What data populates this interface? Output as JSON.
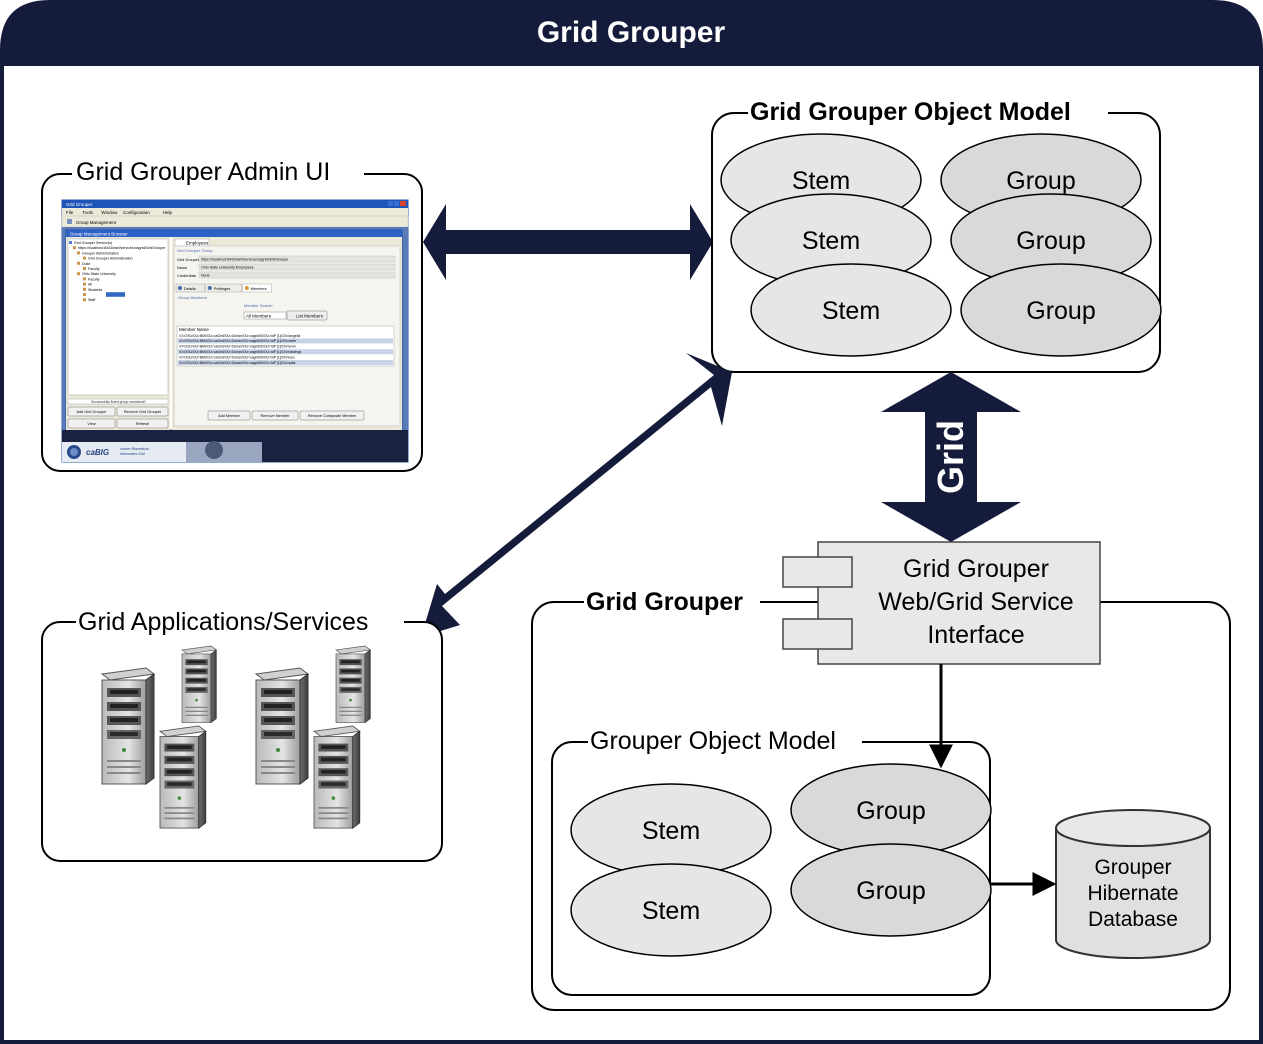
{
  "title": "Grid Grouper",
  "admin_ui": {
    "label": "Grid Grouper Admin UI",
    "screenshot": {
      "window_title": "Grid Grouper",
      "menu": [
        "File",
        "Tools",
        "Window",
        "Configuration",
        "Help"
      ],
      "toolbar_item": "Group Management",
      "inner_title": "Group Management Browser",
      "tree": [
        "Grid Grouper Service(s)",
        "https://localhost:8443/wsrf/services/cagrid/GridGrouper",
        "Grouper Administration",
        "Grid Grouper Administration",
        "Duke",
        "Faculty",
        "Ohio State University",
        "Faculty",
        "All",
        "Students",
        "Employees",
        "Staff"
      ],
      "tab_label": "Employees",
      "section": "Grid Grouper Group",
      "fields": [
        {
          "name": "Grid Grouper",
          "value": "https://localhost:8443/wsrf/services/cagrid/GridGrouper"
        },
        {
          "name": "Name",
          "value": "Ohio State University:Employees"
        },
        {
          "name": "Credentials",
          "value": "None"
        }
      ],
      "subtabs": [
        "Details",
        "Privileges",
        "Members"
      ],
      "group_members": "Group Members",
      "member_search": "Member Search",
      "member_filter": "All Members",
      "list_members": "List Members",
      "member_col": "Member Name",
      "members": [
        "/O=OSU/OU=BMI/OU=caGrid/OU=Dorian/OU=cagrid05/OU=IdP [1]/CN=langella",
        "/O=OSU/OU=BMI/OU=caGrid/OU=Dorian/OU=cagrid05/OU=IdP [1]/CN=oster",
        "/O=OSU/OU=BMI/OU=caGrid/OU=Dorian/OU=cagrid05/OU=IdP [1]/CN=ervin",
        "/O=OSU/OU=BMI/OU=caGrid/OU=Dorian/OU=cagrid05/OU=IdP [1]/CN=hastings",
        "/O=OSU/OU=BMI/OU=caGrid/OU=Dorian/OU=cagrid05/OU=IdP [1]/CN=kurc",
        "/O=OSU/OU=BMI/OU=caGrid/OU=Dorian/OU=cagrid05/OU=IdP [1]/CN=saltz"
      ],
      "status": "Successfully listed group members!!!",
      "left_buttons": [
        "Add Grid Grouper",
        "Remove Grid Grouper",
        "View",
        "Refresh"
      ],
      "bottom_buttons": [
        "Add Member",
        "Remove Member",
        "Remove Composite Member"
      ],
      "brand": "caBIG",
      "brand_sub": [
        "cancer Biomedical",
        "Informatics Grid"
      ]
    }
  },
  "object_model": {
    "label": "Grid Grouper Object Model",
    "stems": [
      "Stem",
      "Stem",
      "Stem"
    ],
    "groups": [
      "Group",
      "Group",
      "Group"
    ]
  },
  "grid_arrow_label": "Grid",
  "applications": {
    "label": "Grid Applications/Services",
    "icons": [
      "server-icon",
      "server-icon",
      "server-icon",
      "server-icon",
      "server-icon",
      "server-icon"
    ]
  },
  "grid_grouper_box": {
    "label": "Grid Grouper",
    "service_interface": [
      "Grid Grouper",
      "Web/Grid Service",
      "Interface"
    ],
    "grouper_om": {
      "label": "Grouper Object Model",
      "stems": [
        "Stem",
        "Stem"
      ],
      "groups": [
        "Group",
        "Group"
      ]
    },
    "database": [
      "Grouper",
      "Hibernate",
      "Database"
    ]
  },
  "colors": {
    "navy": "#151b3a",
    "ellipse_light": "#e6e6e6",
    "ellipse": "#d9d9d9",
    "component": "#e8e8e8"
  }
}
